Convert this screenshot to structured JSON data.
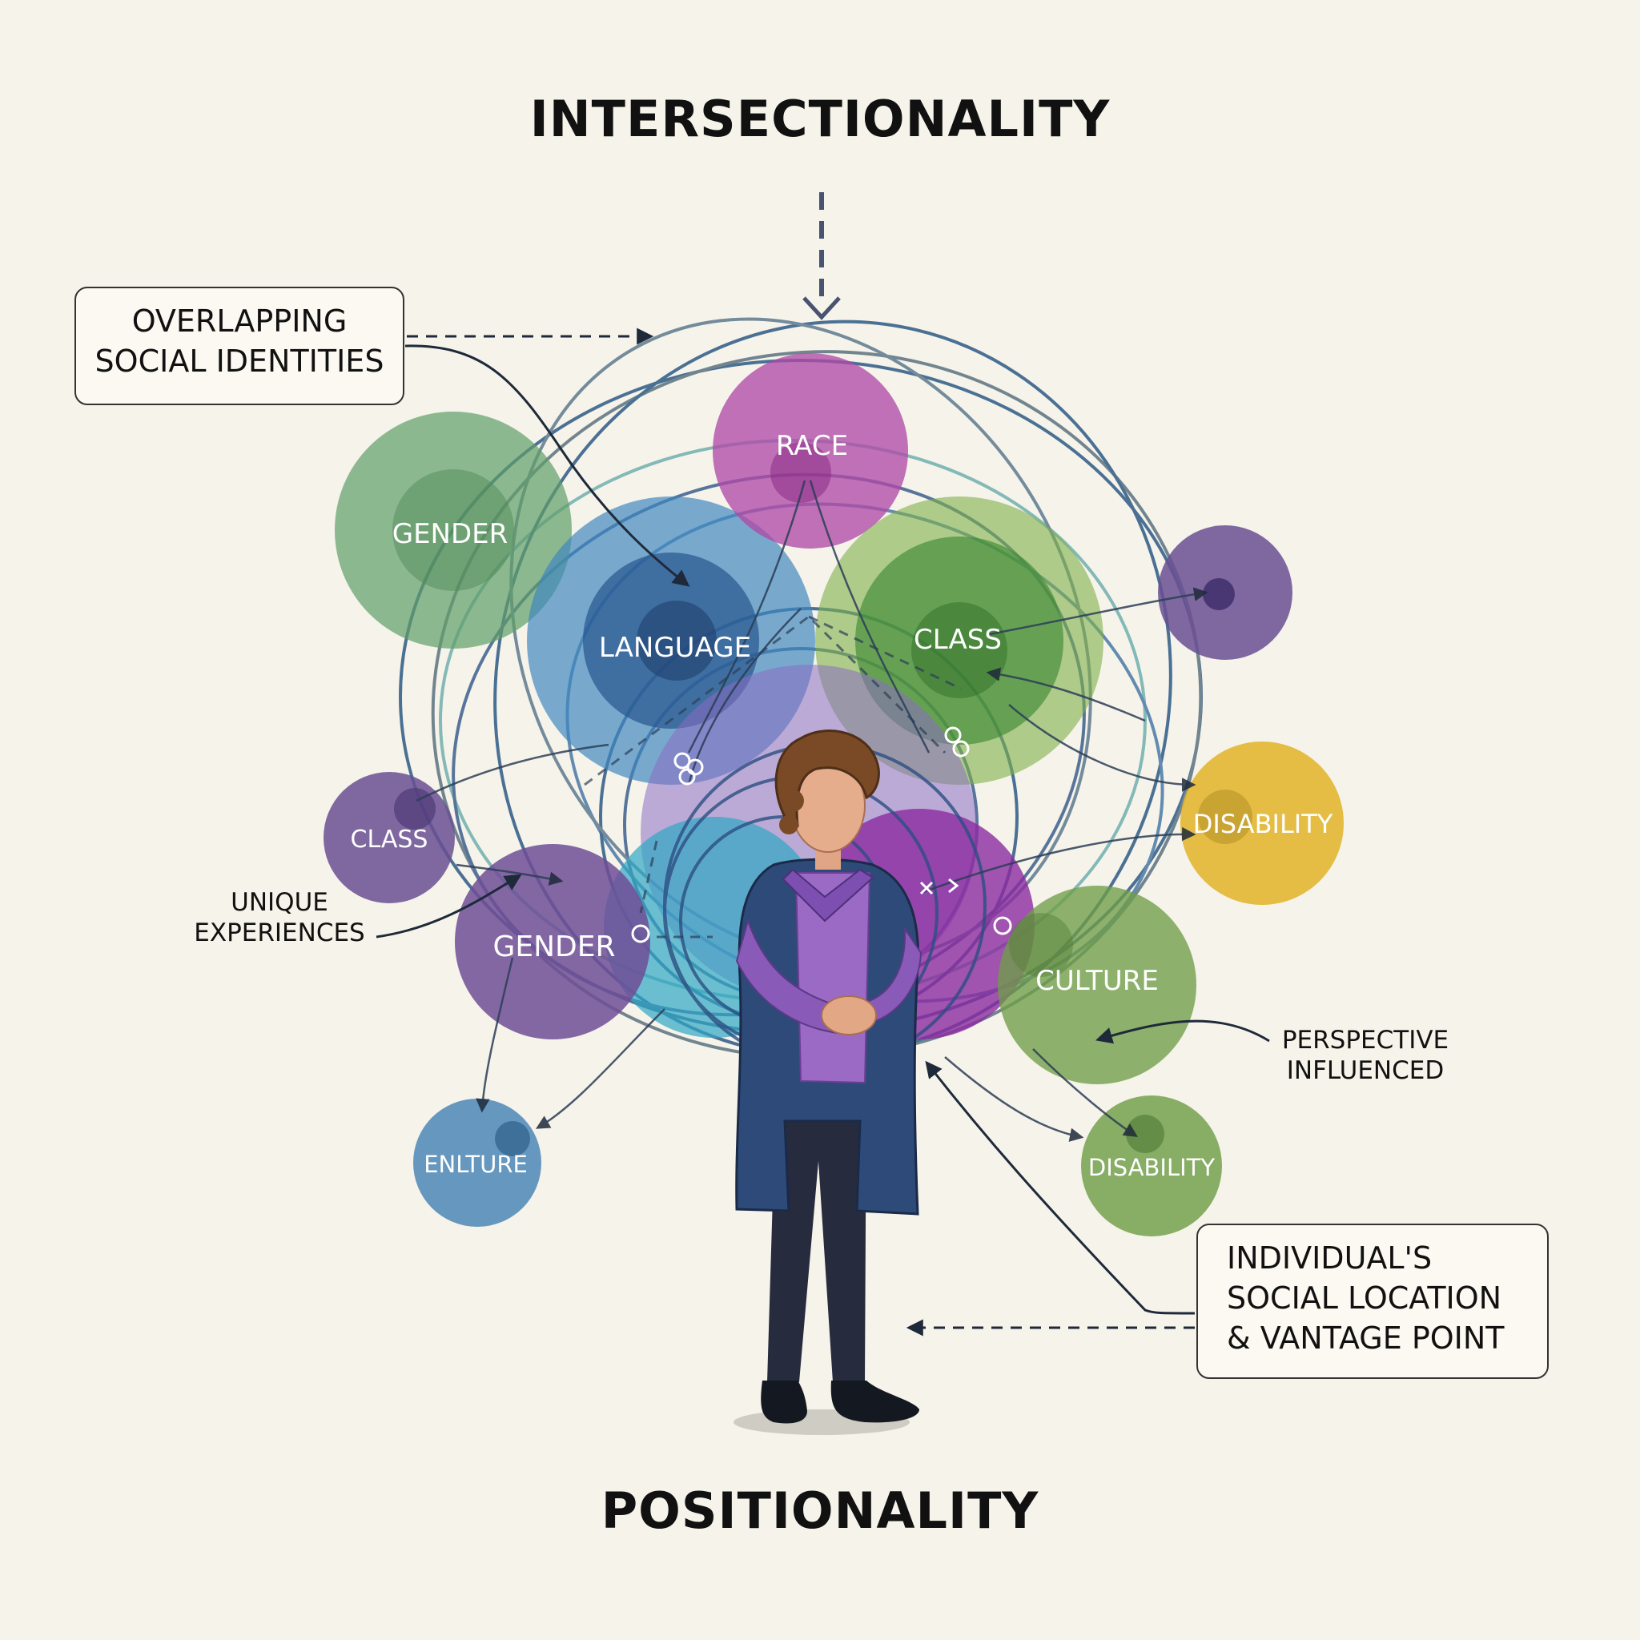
{
  "titles": {
    "top": "INTERSECTIONALITY",
    "bottom": "POSITIONALITY"
  },
  "callouts": {
    "overlapping": {
      "line1": "OVERLAPPING",
      "line2": "SOCIAL IDENTITIES"
    },
    "individual": {
      "line1": "INDIVIDUAL'S",
      "line2": "SOCIAL LOCATION",
      "line3": "& VANTAGE POINT"
    },
    "unique": {
      "line1": "UNIQUE",
      "line2": "EXPERIENCES"
    },
    "perspective": {
      "line1": "PERSPECTIVE",
      "line2": "INFLUENCED"
    }
  },
  "identity_labels": {
    "race": "RACE",
    "gender_top": "GENDER",
    "language": "LANGUAGE",
    "class_top": "CLASS",
    "class_left": "CLASS",
    "disability_right": "DISABILITY",
    "gender_bottom": "GENDER",
    "culture_right": "CULTURE",
    "culture_bottom": "ENLTURE",
    "disability_bottom": "DISABILITY"
  },
  "colors": {
    "background": "#f6f3ea",
    "race": "#b04aa6",
    "gender_top": "#5f9e68",
    "language": "#3d86c0",
    "class_top": "#7fb04a",
    "class_left": "#6a4f93",
    "disability": "#e2b52e",
    "gender_bottom": "#6e4e97",
    "culture": "#6f9e48",
    "culture_bottom": "#4b86b7",
    "center_purple": "#8b2aa0",
    "ring": "#2d5a86"
  }
}
